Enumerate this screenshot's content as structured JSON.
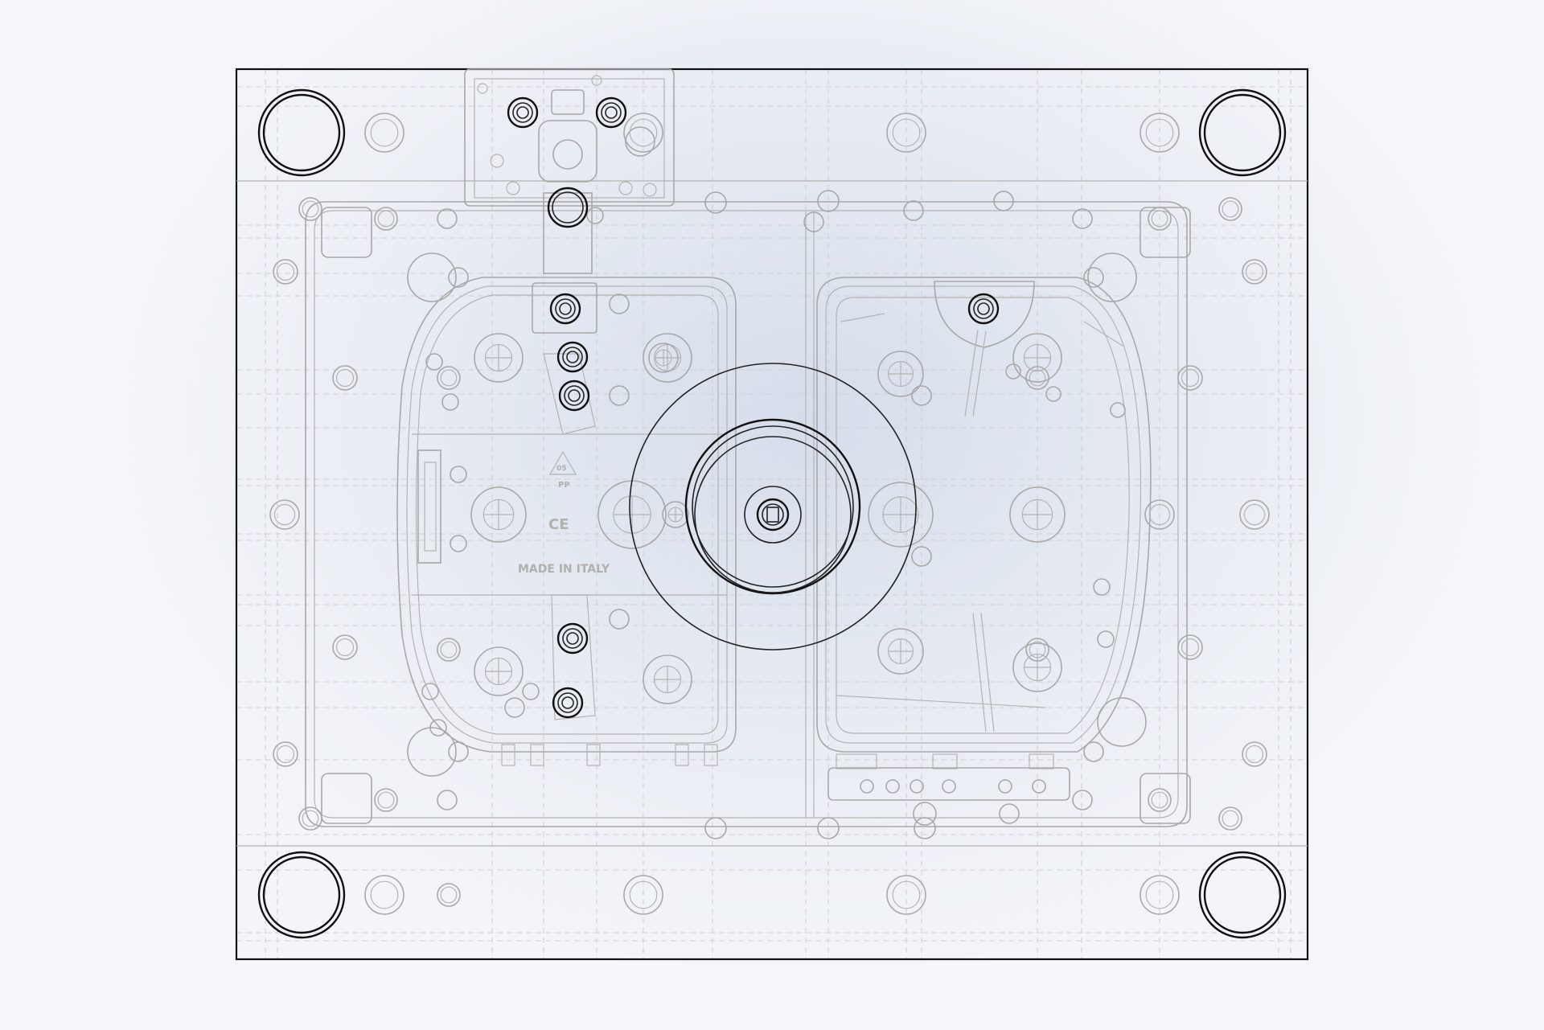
{
  "drawing": {
    "embossed_text": "MADE IN ITALY",
    "recycle_code": "05",
    "material_mark": "PP",
    "conformity_mark": "CE"
  },
  "colors": {
    "background": "#dfe5ef",
    "hidden_lines": "#a8a8a8",
    "visible_lines": "#111111"
  }
}
